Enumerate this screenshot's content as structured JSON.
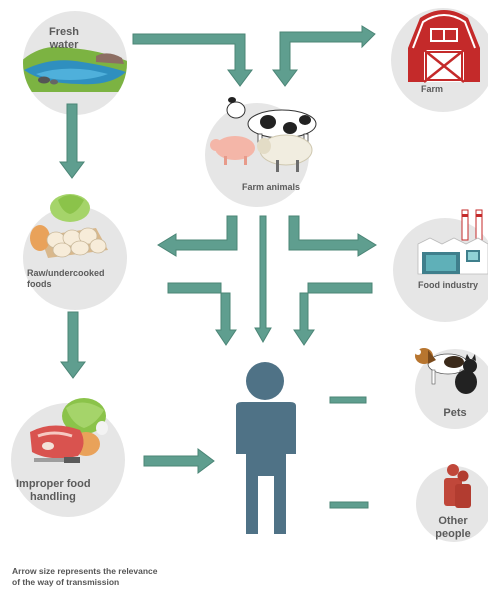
{
  "colors": {
    "arrow": "#5f9e8f",
    "arrow_dark": "#4b8576",
    "circle": "#e6e6e6",
    "person": "#4f7286",
    "barn": "#c42a2a",
    "pets_people": "#c0473a"
  },
  "nodes": {
    "fresh_water": {
      "line1": "Fresh",
      "line2": "water",
      "icon": "lake-icon"
    },
    "farm": {
      "label": "Farm",
      "icon": "barn-icon"
    },
    "farm_animals": {
      "label": "Farm animals",
      "icon": "farm-animals-icon"
    },
    "raw_foods": {
      "line1": "Raw/undercooked",
      "line2": "foods",
      "icon": "raw-food-icon"
    },
    "food_industry": {
      "label": "Food industry",
      "icon": "factory-icon"
    },
    "pets": {
      "label": "Pets",
      "icon": "dog-cat-icon"
    },
    "improper_handling": {
      "line1": "Improper food",
      "line2": "handling",
      "icon": "meat-cabbage-icon"
    },
    "other_people": {
      "line1": "Other",
      "line2": "people",
      "icon": "people-icon"
    },
    "human": {
      "icon": "person-icon"
    }
  },
  "caption": {
    "line1": "Arrow size represents the relevance",
    "line2": "of the way of transmission"
  }
}
